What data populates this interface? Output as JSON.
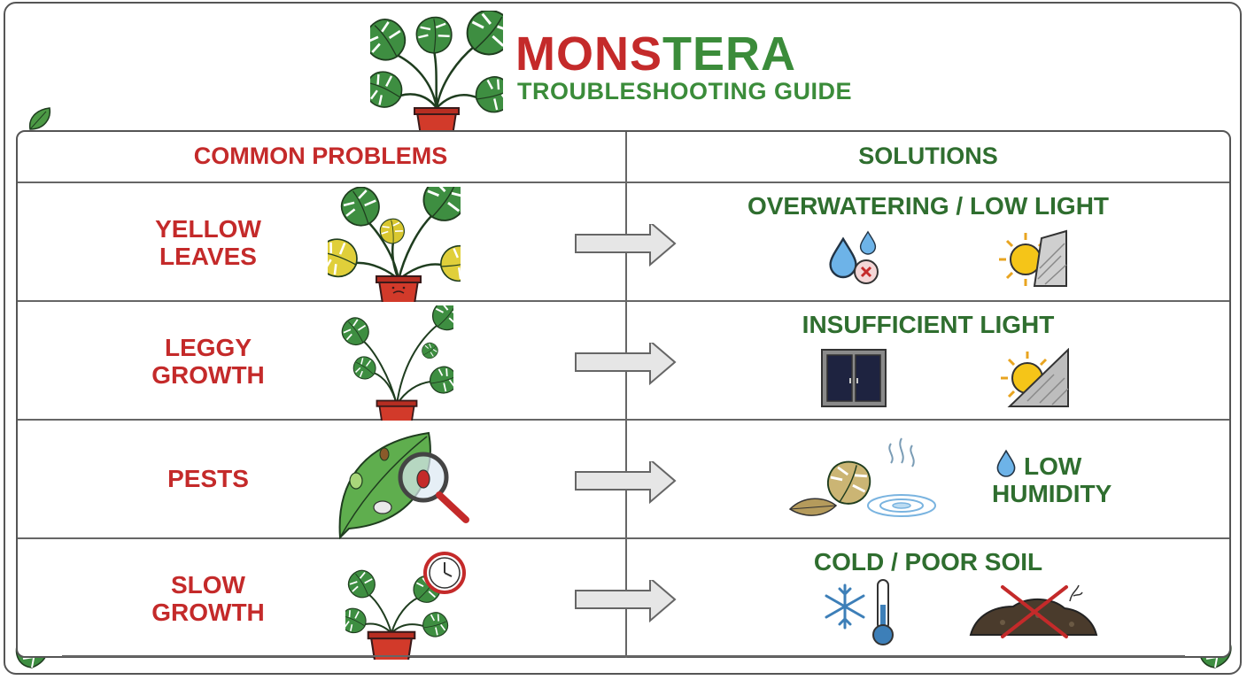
{
  "header": {
    "title_part1": "MONS",
    "title_part2": "TERA",
    "subtitle": "TROUBLESHOOTING GUIDE"
  },
  "columns": {
    "problems": "COMMON PROBLEMS",
    "solutions": "SOLUTIONS"
  },
  "rows": [
    {
      "problem_line1": "YELLOW",
      "problem_line2": "LEAVES",
      "solution": "OVERWATERING / LOW LIGHT",
      "problem_icon": "yellow-leaf-plant-icon",
      "solution_icons": [
        "water-drops-x-icon",
        "sun-shade-icon"
      ]
    },
    {
      "problem_line1": "LEGGY",
      "problem_line2": "GROWTH",
      "solution": "INSUFFICIENT LIGHT",
      "problem_icon": "leggy-plant-icon",
      "solution_icons": [
        "dark-window-icon",
        "sun-shade-icon"
      ]
    },
    {
      "problem_line1": "PESTS",
      "problem_line2": "",
      "solution_line1": "LOW",
      "solution_line2": "HUMIDITY",
      "problem_icon": "leaf-magnifier-bug-icon",
      "solution_icons": [
        "dry-leaves-icon",
        "evaporating-water-icon",
        "water-drop-icon"
      ]
    },
    {
      "problem_line1": "SLOW",
      "problem_line2": "GROWTH",
      "solution": "COLD / POOR SOIL",
      "problem_icon": "plant-clock-icon",
      "solution_icons": [
        "snowflake-icon",
        "thermometer-icon",
        "crossed-soil-icon"
      ]
    }
  ],
  "colors": {
    "problem_red": "#c42a2a",
    "solution_green": "#2f6e2f",
    "title_green": "#3b8c3a",
    "leaf_green": "#3e8e41",
    "leaf_yellow": "#e0cf3a"
  }
}
